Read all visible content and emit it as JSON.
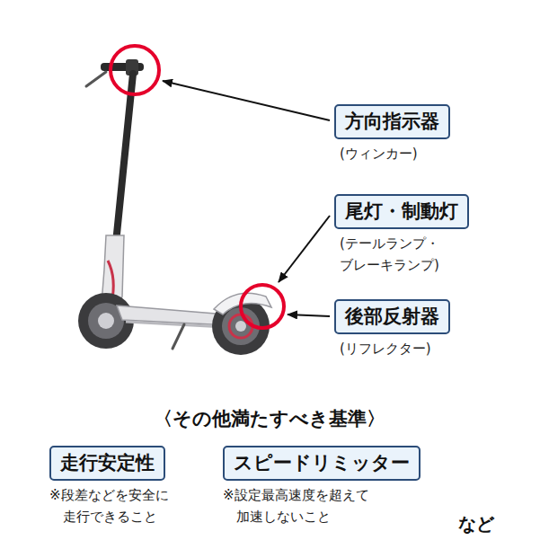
{
  "diagram": {
    "nodes": [
      {
        "text": [
          "方向指示器",
          "(ウィンカー)"
        ]
      },
      {
        "text": [
          "尾灯・制動灯",
          "(テールランプ・ ブレーキランプ)"
        ]
      },
      {
        "text": [
          "後部反射器",
          "(リフレクター)"
        ]
      },
      {
        "text": [
          "走行安定性",
          "※段差などを安全に 走行できること"
        ]
      },
      {
        "text": [
          "スピードリミッター",
          "※設定最高速度を超えて 加速しないこと"
        ]
      }
    ],
    "labels": [
      "〈その他満たすべき基準〉",
      "など"
    ]
  }
}
